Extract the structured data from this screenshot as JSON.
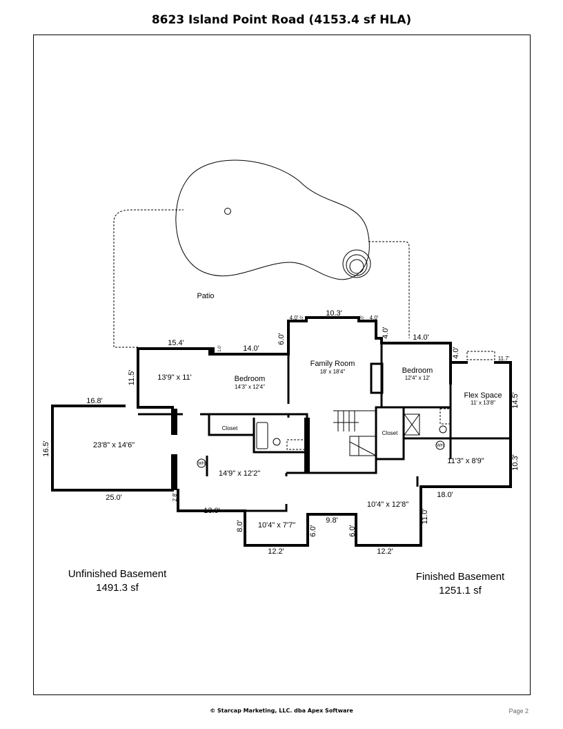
{
  "title": "8623 Island Point Road (4153.4 sf HLA)",
  "footer": "© Starcap Marketing, LLC. dba Apex Software",
  "page": "Page 2",
  "rooms": {
    "patio": "Patio",
    "family_room": {
      "name": "Family Room",
      "size": "18' x 18'4\""
    },
    "bedroom_left": {
      "name": "Bedroom",
      "size": "14'3\" x 12'4\""
    },
    "bedroom_right": {
      "name": "Bedroom",
      "size": "12'4\" x 12'"
    },
    "flex_space": {
      "name": "Flex Space",
      "size": "11' x 13'8\""
    },
    "closet_left": "Closet",
    "closet_right": "Closet",
    "room_13_9": "13'9\" x 11'",
    "unfinished_main": "23'8\" x 14'6\"",
    "room_14_9": "14'9\" x 12'2\"",
    "room_10_4_7_7": "10'4\" x 7'7\"",
    "room_10_4_12_8": "10'4\" x 12'8\"",
    "room_11_3": "11'3\" x 8'9\"",
    "wh_left": "WH",
    "wh_right": "WH"
  },
  "dimensions": {
    "d15_4": "15.4'",
    "d11_5": "11.5'",
    "d16_8": "16.8'",
    "d16_5": "16.5'",
    "d25_0": "25.0'",
    "d2_8": "2.8'",
    "d13_0": "13.0'",
    "d8_0": "8.0'",
    "d6_0a": "6.0'",
    "d9_8": "9.8'",
    "d6_0b": "6.0'",
    "d12_2a": "12.2'",
    "d12_2b": "12.2'",
    "d11_0": "11.0'",
    "d18_0": "18.0'",
    "d10_3r": "10.3'",
    "d14_5": "14.5'",
    "d11_7": "11.7'",
    "d4_0r": "4.0'",
    "d14_0r": "14.0'",
    "d10_3t": "10.3'",
    "d4_0a": "4.0'",
    "d1_0a": "1.0'",
    "d1_0b": "1.0'",
    "d4_0b": "4.0'",
    "d4_0c": "4.0'",
    "d6_0c": "6.0'",
    "d14_0l": "14.0'",
    "d1_0c": "1.0'"
  },
  "areas": {
    "unfinished": {
      "label": "Unfinished Basement",
      "sf": "1491.3 sf"
    },
    "finished": {
      "label": "Finished Basement",
      "sf": "1251.1 sf"
    }
  }
}
